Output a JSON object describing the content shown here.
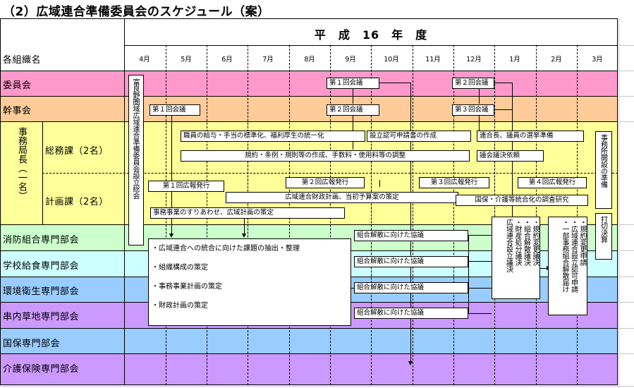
{
  "title": "（2）広域連合準備委員会のスケジュール（案）",
  "year_label": "平　成　16　年　度",
  "header": {
    "org_label": "各組織名"
  },
  "months": [
    "4月",
    "5月",
    "6月",
    "7月",
    "8月",
    "9月",
    "10月",
    "11月",
    "12月",
    "1月",
    "2月",
    "3月"
  ],
  "rows": {
    "iinkai": "委員会",
    "kanjikai": "幹事会",
    "jimukyoku": "事務局長（一名）",
    "somuka": "総務課（2名）",
    "keikakuka": "計画課（2名）",
    "shobo": "消防組合専門部会",
    "gakko": "学校給食専門部会",
    "kankyo": "環境衛生専門部会",
    "kushiuchi": "串内草地専門部会",
    "kokuho": "国保専門部会",
    "kaigo": "介護保険専門部会"
  },
  "boxes": {
    "setsuritsu": "富良野圏域広域連合準備委員会設立総会",
    "iin1": "第１回会議",
    "iin2": "第２回会議",
    "kan1": "第１回会議",
    "kan2": "第２回会議",
    "kan3": "第３回会議",
    "somu1": "職員の給与・手当の標準化、福利厚生の統一化",
    "somu2": "設立認可申請書の作成",
    "somu3": "連合長、議員の選挙準備",
    "somu4": "規約・条例・規則等の作成、手数料・使用料等の調整",
    "somu5": "議会議決依頼",
    "kaisetsu": "事務所開設の準備",
    "koho1": "第１回広報発行",
    "koho2": "第２回広報発行",
    "koho3": "第３回広報発行",
    "koho4": "第４回広報発行",
    "zaisei": "広域連合財政計画、当初予算案の策定",
    "kokuho_study": "国保・介護等統合化の調査研究",
    "surikomi": "事務事業のすりあわせ、広域計画の策定",
    "uchiawase": "打切決算",
    "kaisan1": "組合解散に向けた協議",
    "kaisan2": "組合解散に向けた協議",
    "kaisan3": "組合解散に向けた協議",
    "kaisan4": "組合解散に向けた協議",
    "big1": "・広域連合への統合に向けた課題の抽出・整理",
    "big2": "・組織構成の策定",
    "big3": "・事務事業計画の策定",
    "big4": "・財政計画の策定",
    "v_kiyaku1": "・規約変更議決",
    "v_kumiai1": "・組合解散議決",
    "v_zaisan1": "・財産処分議決",
    "v_kouiki": "広域連合設立議決",
    "v_kiyaku2": "・規約変更申請",
    "v_kouiki2": "・広域連合設立認可申請",
    "v_bubun": "・一部事務組合解散届け"
  },
  "colors": {
    "pink": "#ff99cc",
    "orange": "#ffcc99",
    "yellow": "#ffff99",
    "green": "#ccffcc",
    "lightblue": "#ccffff",
    "blue": "#99ccff",
    "purple": "#cc99ff"
  }
}
